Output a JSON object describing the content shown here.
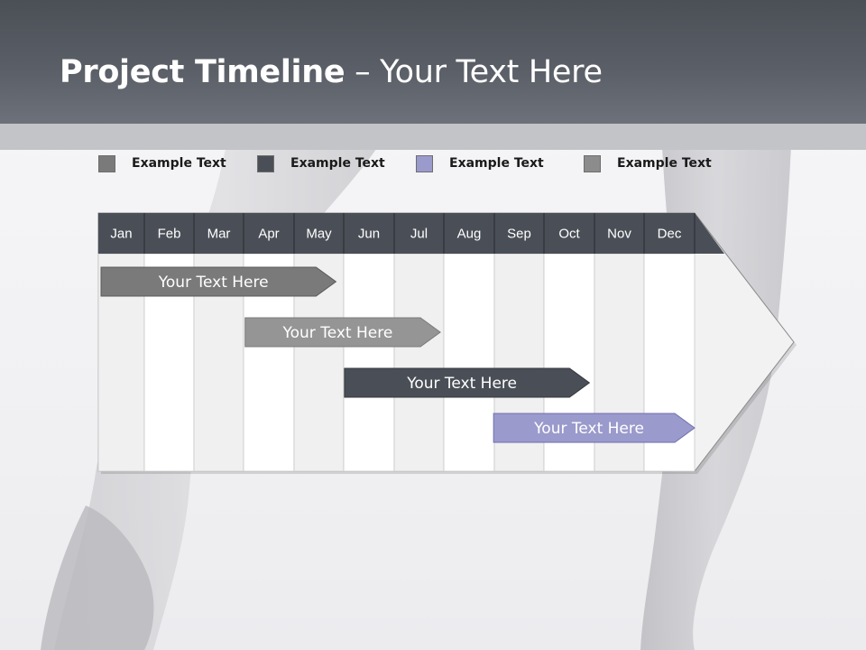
{
  "title": {
    "bold": "Project Timeline",
    "rest": " – Your Text Here"
  },
  "legend": [
    {
      "label": "Example Text",
      "color": "#7a7a7a"
    },
    {
      "label": "Example Text",
      "color": "#4a4f57"
    },
    {
      "label": "Example Text",
      "color": "#9a9acc"
    },
    {
      "label": "Example Text",
      "color": "#8c8c8c"
    }
  ],
  "months": [
    "Jan",
    "Feb",
    "Mar",
    "Apr",
    "May",
    "Jun",
    "Jul",
    "Aug",
    "Sep",
    "Oct",
    "Nov",
    "Dec"
  ],
  "tasks": [
    {
      "label": "Your  Text Here",
      "start_month": 1.0,
      "end_month": 4.8,
      "color": "#7a7a7a",
      "border": "#5a5a5a"
    },
    {
      "label": "Your  Text Here",
      "start_month": 3.9,
      "end_month": 6.9,
      "color": "#959595",
      "border": "#7a7a7a"
    },
    {
      "label": "Your  Text Here",
      "start_month": 5.9,
      "end_month": 9.9,
      "color": "#4a4f57",
      "border": "#34373c"
    },
    {
      "label": "Your  Text Here",
      "start_month": 8.9,
      "end_month": 12.0,
      "color": "#9a9acc",
      "border": "#6f6fae"
    }
  ],
  "colors": {
    "header_cell": "#4a4f57",
    "grid_shaded": "#f0f0f0",
    "grid_plain": "#ffffff"
  }
}
